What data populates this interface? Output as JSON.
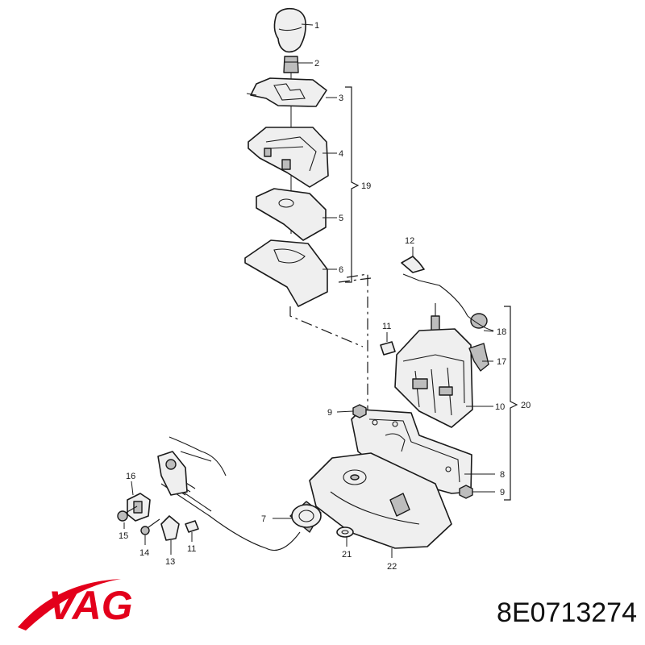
{
  "brand": {
    "logo_text": "VAG",
    "logo_color": "#e3001b"
  },
  "part_number": "8E0713274",
  "callouts": [
    "1",
    "2",
    "3",
    "4",
    "5",
    "6",
    "7",
    "8",
    "9",
    "9",
    "10",
    "11",
    "11",
    "12",
    "13",
    "14",
    "15",
    "16",
    "17",
    "18",
    "19",
    "20",
    "21",
    "22"
  ]
}
